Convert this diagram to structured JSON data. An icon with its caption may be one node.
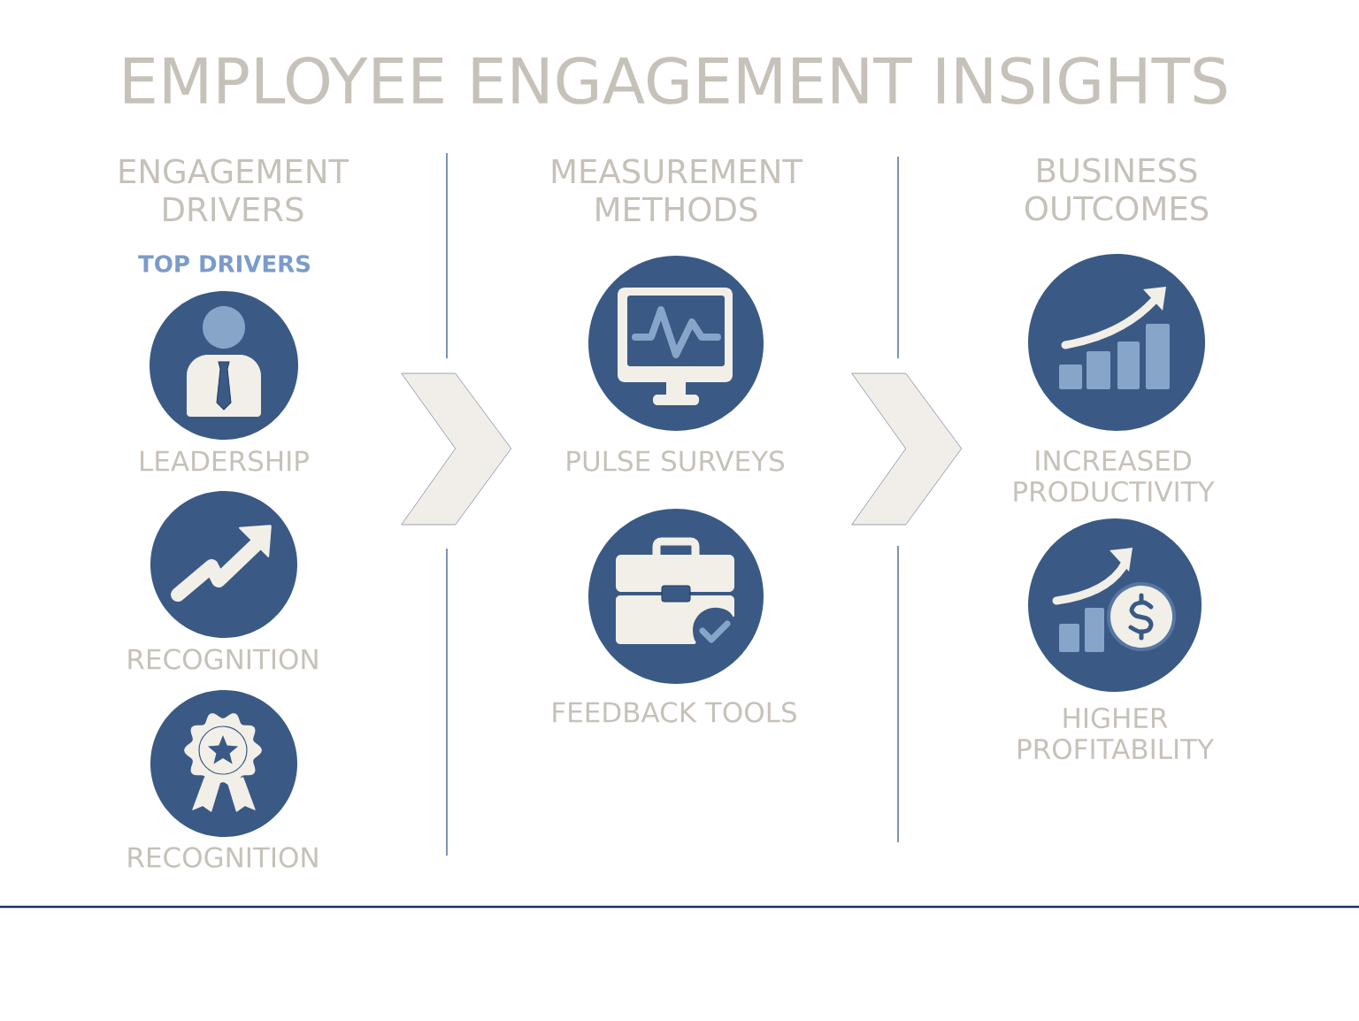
{
  "diagram": {
    "title": "EMPLOYEE ENGAGEMENT INSIGHTS",
    "nodes": [
      {
        "text": [
          "ENGAGEMENT DRIVERS",
          "TOP DRIVERS"
        ]
      },
      {
        "text": [],
        "shape": "circle",
        "in": 0,
        "beside": [
          "LEADERSHIP"
        ]
      },
      {
        "text": [],
        "shape": "circle",
        "in": 0,
        "beside": [
          "RECOGNITION"
        ]
      },
      {
        "text": [],
        "shape": "circle",
        "in": 0,
        "beside": [
          "RECOGNITION"
        ]
      },
      {
        "text": [
          "MEASUREMENT METHODS"
        ]
      },
      {
        "text": [],
        "shape": "circle",
        "in": 4,
        "beside": [
          "PULSE SURVEYS"
        ]
      },
      {
        "text": [],
        "shape": "circle",
        "in": 4,
        "beside": [
          "FEEDBACK TOOLS"
        ]
      },
      {
        "text": [
          "BUSINESS OUTCOMES"
        ]
      },
      {
        "text": [],
        "shape": "circle",
        "in": 7,
        "beside": [
          "INCREASED PRODUCTIVITY"
        ]
      },
      {
        "text": [],
        "shape": "circle",
        "in": 7,
        "beside": [
          "HIGHER PROFITABILITY"
        ]
      }
    ],
    "edges": [
      {
        "from": 0,
        "to": 4,
        "arrow": "to"
      },
      {
        "from": 4,
        "to": 7,
        "arrow": "to"
      }
    ]
  }
}
